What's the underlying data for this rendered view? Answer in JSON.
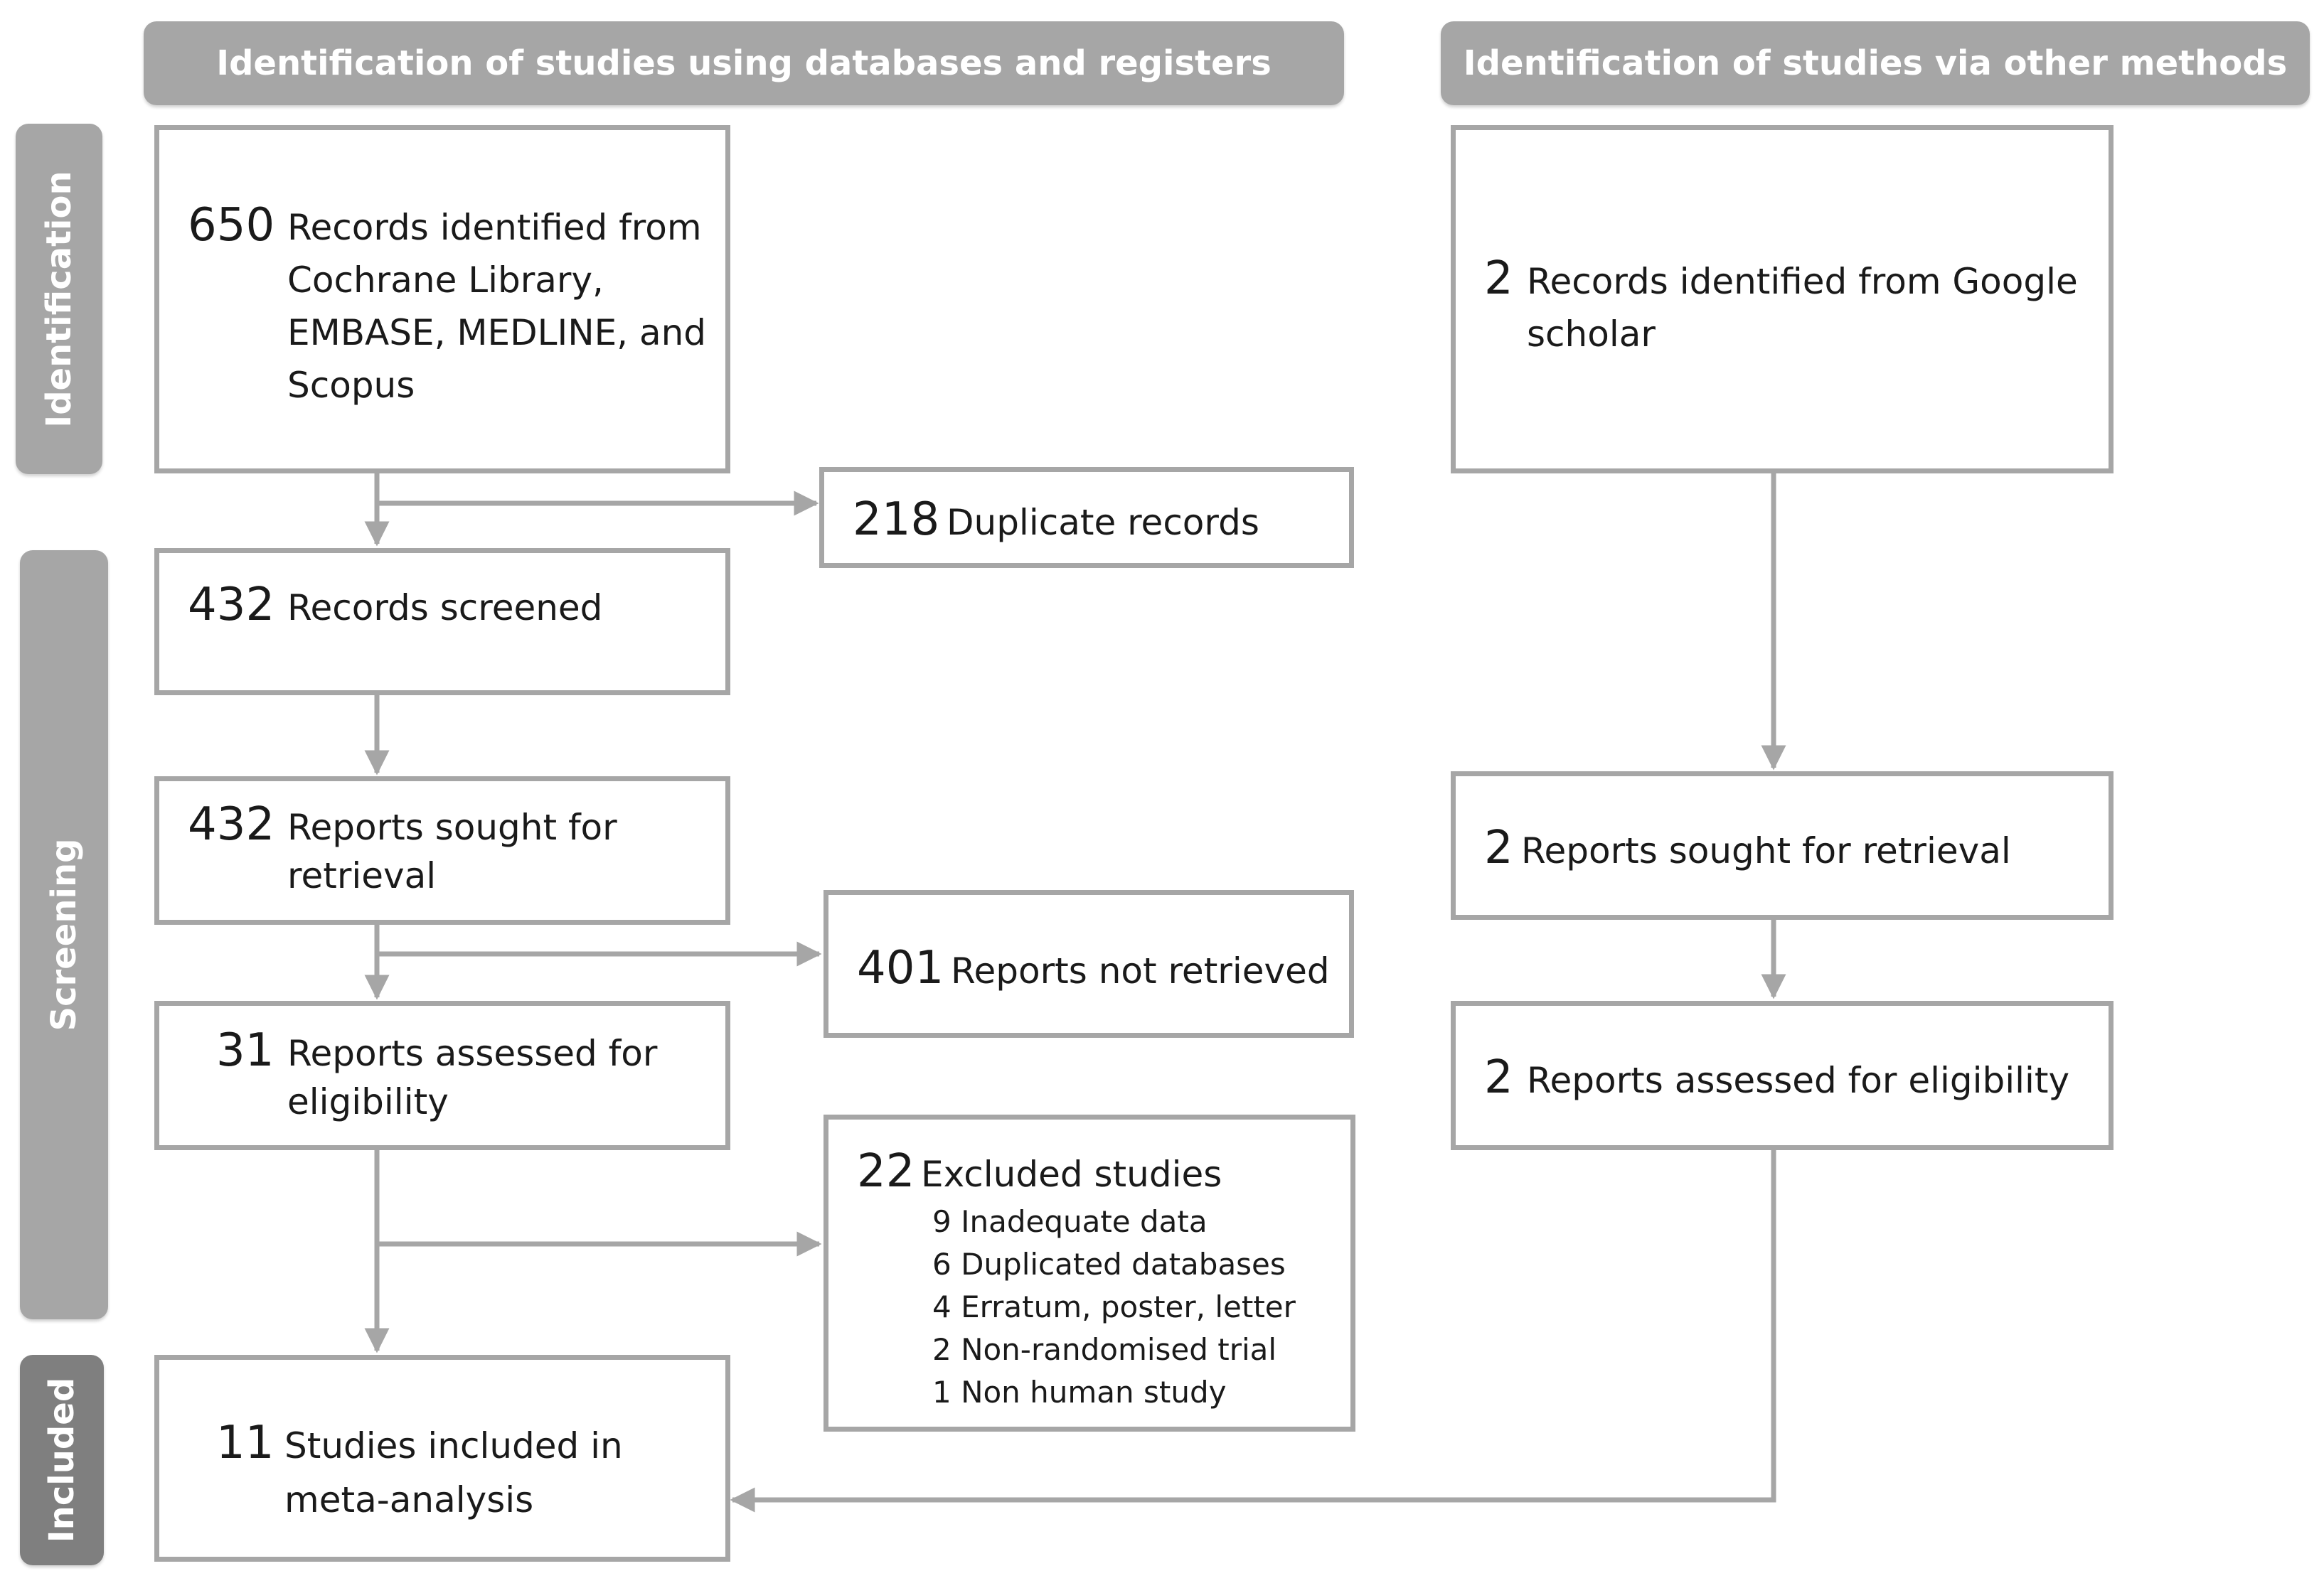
{
  "headers": {
    "databases": "Identification of studies using databases and registers",
    "other": "Identification of studies via other methods"
  },
  "stages": {
    "identification": "Identification",
    "screening": "Screening",
    "included": "Included"
  },
  "boxes": {
    "identified_db": {
      "count": "650",
      "lines": [
        "Records identified from",
        "Cochrane Library,",
        "EMBASE, MEDLINE, and",
        "Scopus"
      ]
    },
    "duplicates": {
      "count": "218",
      "label": "Duplicate records"
    },
    "screened": {
      "count": "432",
      "label": "Records screened"
    },
    "sought_db": {
      "count": "432",
      "lines": [
        "Reports sought for",
        "retrieval"
      ]
    },
    "not_retrieved": {
      "count": "401",
      "label": "Reports not retrieved"
    },
    "assessed_db": {
      "count": "31",
      "lines": [
        "Reports assessed for",
        "eligibility"
      ]
    },
    "excluded": {
      "count": "22",
      "label": "Excluded studies",
      "reasons": [
        "9 Inadequate data",
        "6 Duplicated databases",
        "4 Erratum, poster, letter",
        "2 Non-randomised trial",
        "1 Non human study"
      ]
    },
    "included": {
      "count": "11",
      "lines": [
        "Studies included in",
        "meta-analysis"
      ]
    },
    "identified_other": {
      "count": "2",
      "lines": [
        "Records identified from Google",
        "scholar"
      ]
    },
    "sought_other": {
      "count": "2",
      "label": "Reports sought for retrieval"
    },
    "assessed_other": {
      "count": "2",
      "label": "Reports assessed for eligibility"
    }
  },
  "colors": {
    "box_border": "#a6a6a6",
    "header_fill": "#a6a6a6",
    "included_fill": "#7f7f7f"
  }
}
